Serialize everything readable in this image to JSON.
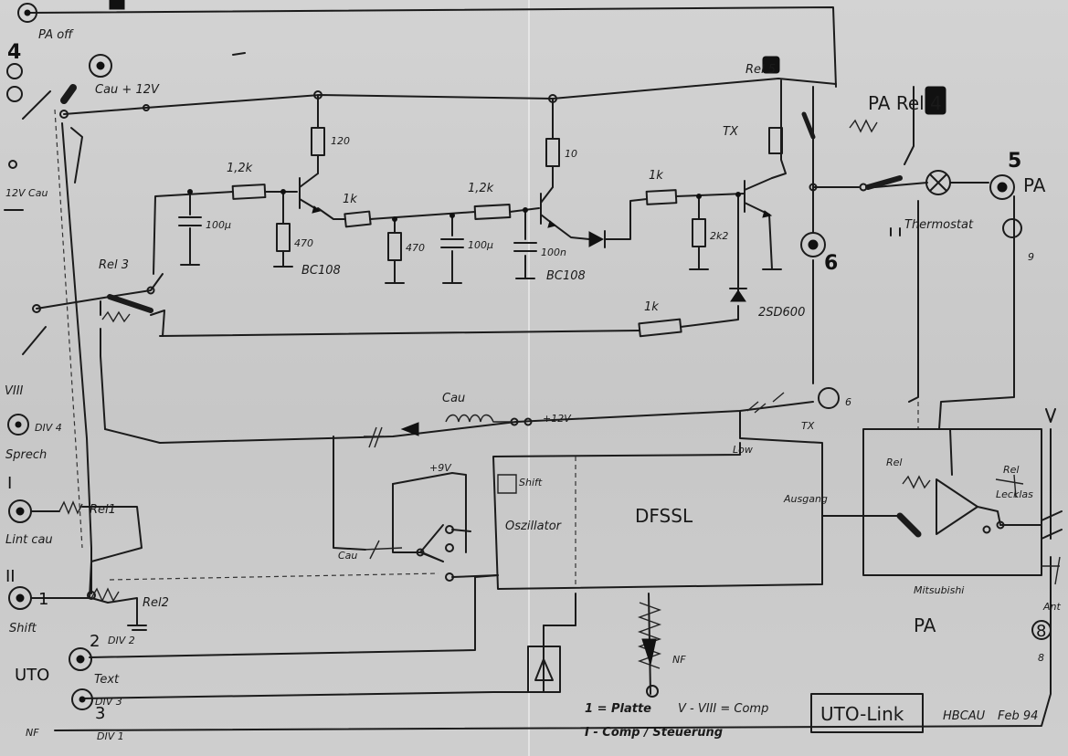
{
  "labels": {
    "pa_off": "PA off",
    "cau_12v": "Cau + 12V",
    "num_4": "4",
    "rel_5": "Rel 5",
    "pa_rel_4": "PA Rel 4",
    "tx": "TX",
    "pa": "PA",
    "num_5": "5",
    "num_9": "9",
    "thermostat": "Thermostat",
    "r_120": "120",
    "r_10": "10",
    "r_1_2k_a": "1,2k",
    "r_1_2k_b": "1,2k",
    "r_1k_a": "1k",
    "r_1k_b": "1k",
    "r_1k_c": "1k",
    "c_100u_a": "100µ",
    "c_100u_b": "100µ",
    "c_100n": "100n",
    "r_470_a": "470",
    "r_470_b": "470",
    "r_2k2": "2k2",
    "bc108_a": "BC108",
    "bc108_b": "BC108",
    "sd600": "2SD600",
    "num_6": "6",
    "num_6b": "6",
    "rel3": "Rel 3",
    "v12_cau": "12V Cau",
    "cau_mid": "Cau",
    "v12_mid": "+12V",
    "tx_low": "TX",
    "low": "Low",
    "plus_9v": "+9V",
    "shift_box": "Shift",
    "oszillator": "Oszillator",
    "dfssl": "DFSSL",
    "ausgang": "Ausgang",
    "cau_low": "Cau",
    "rel_pa": "Rel",
    "rel_pa2": "Rel",
    "lecklas": "Lecklas",
    "mitsubishi": "Mitsubishi",
    "pa_big": "PA",
    "ant": "Ant",
    "num_8": "8",
    "num_8b": "8",
    "rel1": "Rel1",
    "rel2": "Rel2",
    "sprech": "Sprech",
    "div4": "DIV 4",
    "roman_vii": "VIII",
    "roman_i": "I",
    "lint_cau": "Lint cau",
    "roman_ii": "II",
    "num_1": "1",
    "shift": "Shift",
    "num_2": "2",
    "div2": "DIV 2",
    "uto_left": "UTO",
    "text": "Text",
    "num_3": "3",
    "div3": "DIV 3",
    "nf_left": "NF",
    "div1": "DIV 1",
    "nf_mid": "NF",
    "legend_1": "1 = Platte",
    "legend_2": "V - VIII = Comp",
    "legend_3": "I - Comp / Steuerung",
    "title": "UTO-Link",
    "author": "HBCAU",
    "date": "Feb 94"
  },
  "colors": {
    "ink": "#1b1b1b",
    "paper": "#cccccc"
  }
}
